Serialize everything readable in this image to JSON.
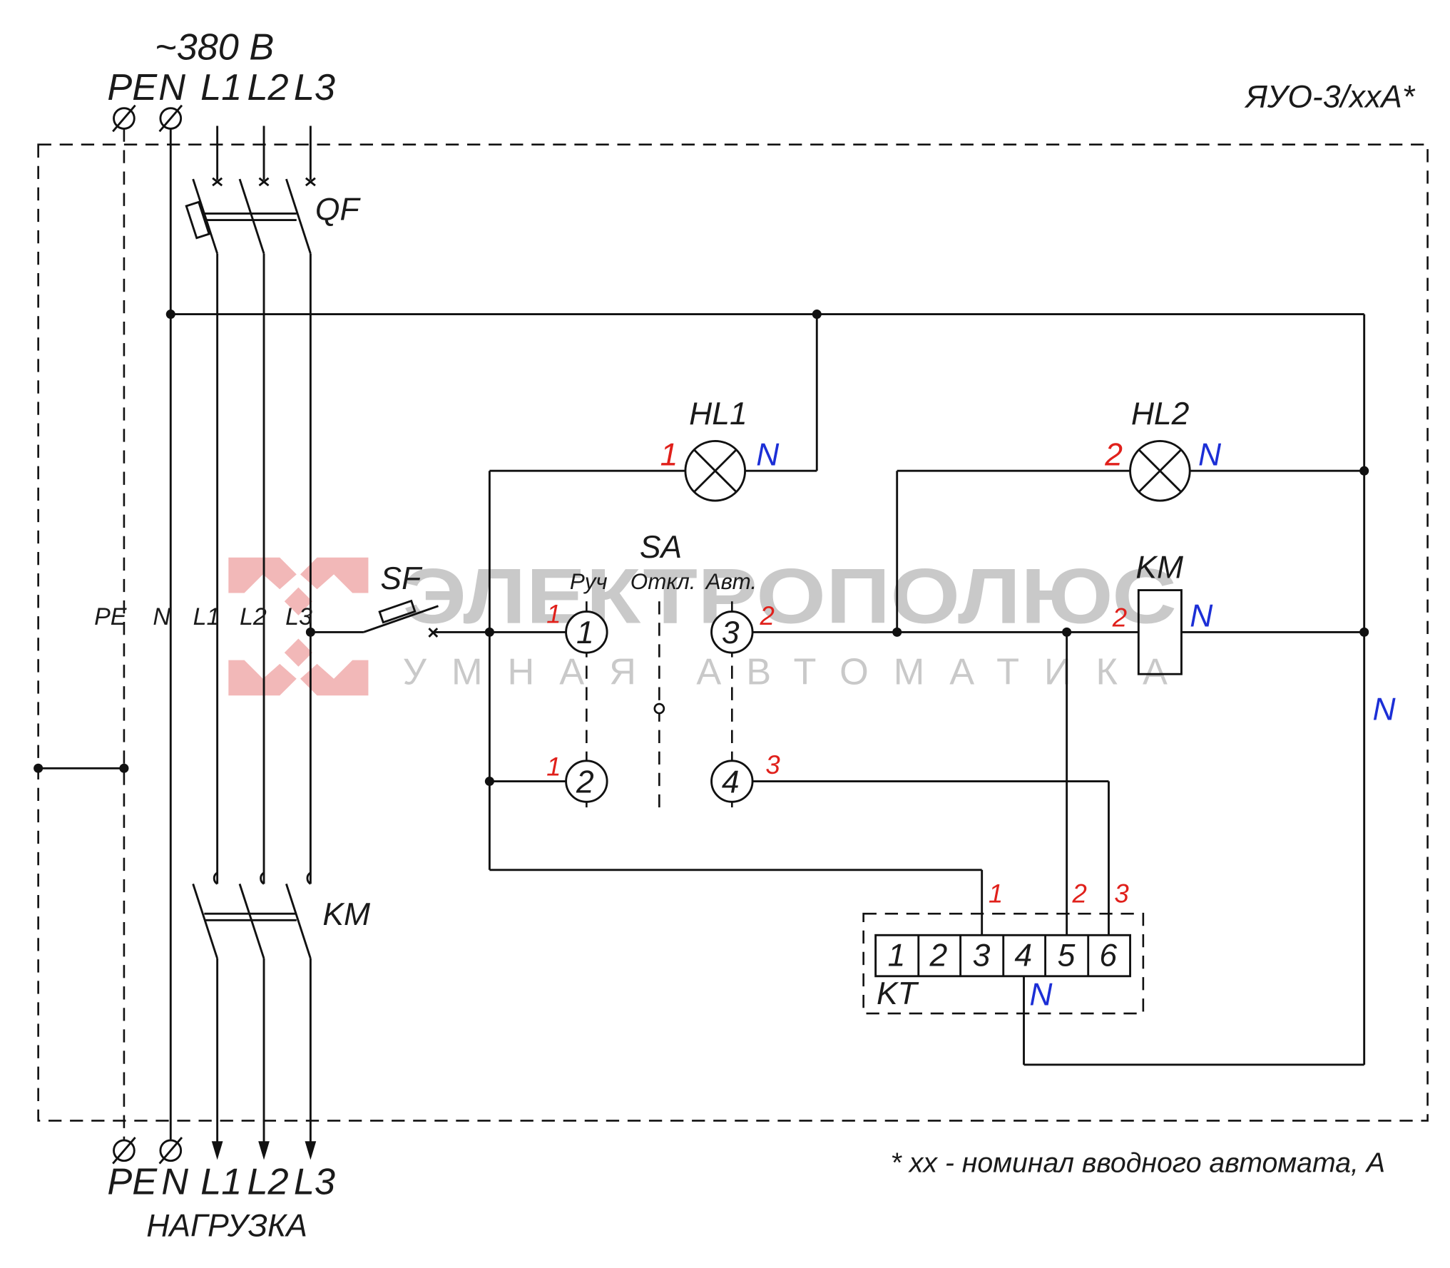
{
  "title": "ЯУО-3/ххА*",
  "supply": {
    "voltage": "~380 В",
    "terminals": [
      "PE",
      "N",
      "L1",
      "L2",
      "L3"
    ]
  },
  "load": {
    "title": "НАГРУЗКА",
    "terminals": [
      "PE",
      "N",
      "L1",
      "L2",
      "L3"
    ]
  },
  "internal_bus_labels": [
    "PE",
    "N",
    "L1",
    "L2",
    "L3"
  ],
  "components": {
    "breaker": "QF",
    "contactor_main": "KM",
    "contactor_coil": "KM",
    "control_breaker": "SF",
    "selector": "SA",
    "lamp1": "HL1",
    "lamp2": "HL2",
    "timer_relay": "KT"
  },
  "selector_positions": [
    "Руч",
    "Откл.",
    "Авт."
  ],
  "selector_contacts": [
    "1",
    "2",
    "3",
    "4"
  ],
  "timer_terminals": [
    "1",
    "2",
    "3",
    "4",
    "5",
    "6"
  ],
  "wire_numbers": {
    "hl1_in": "1",
    "hl1_out": "N",
    "hl2_in": "2",
    "hl2_out": "N",
    "sa1_in": "1",
    "sa2_in": "1",
    "sa3_out": "2",
    "sa4_out": "3",
    "km_in": "2",
    "km_out": "N",
    "right_bus": "N",
    "kt1": "1",
    "kt2": "2",
    "kt3": "3",
    "kt4": "N"
  },
  "footnote": "* хх - номинал вводного автомата, А",
  "watermark": {
    "brand": "ЭЛЕКТРОПОЛЮС",
    "tagline": "УМНАЯ АВТОМАТИКА",
    "logo_color": "#f2b8b8",
    "text_color": "#c9c9c9"
  },
  "colors": {
    "wire_number": "#e0201b",
    "neutral_label": "#1c2fd6",
    "line": "#111111"
  }
}
